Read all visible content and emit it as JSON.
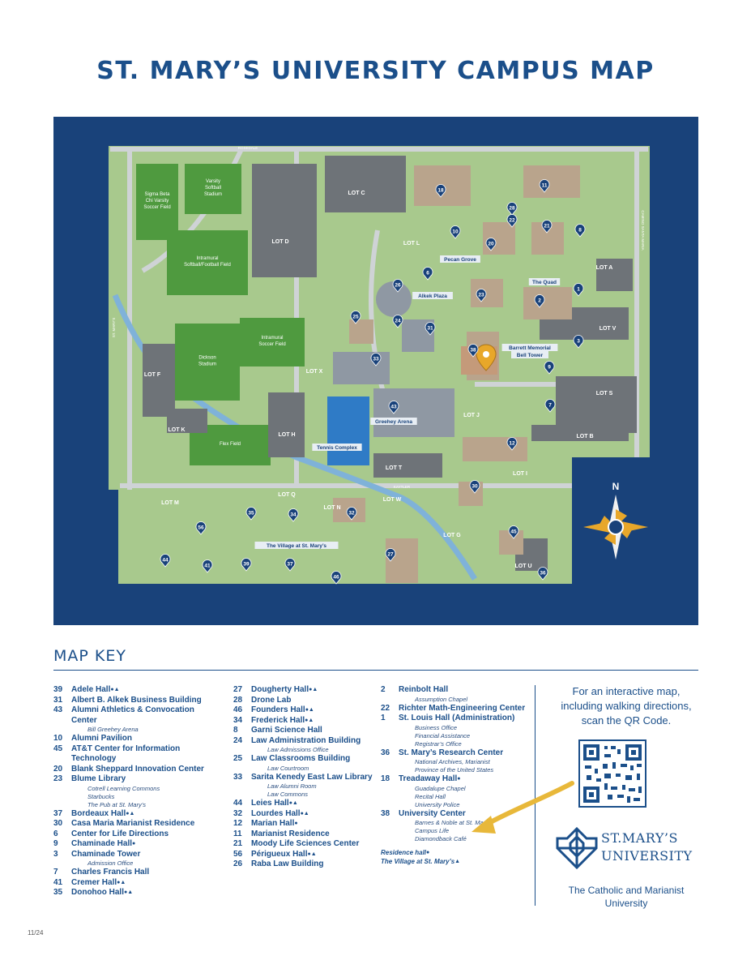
{
  "title": "ST. MARY’S UNIVERSITY CAMPUS MAP",
  "colors": {
    "navy": "#19427a",
    "grass": "#7fb35c",
    "pin": "#e8a72a"
  },
  "map": {
    "fields": [
      {
        "id": "f1",
        "label_lines": [
          "Sigma Beta",
          "Chi Varsity",
          "Soccer Field"
        ]
      },
      {
        "id": "f2",
        "label_lines": [
          "Varsity",
          "Softball",
          "Stadium"
        ]
      },
      {
        "id": "f3",
        "label_lines": [
          "Intramural",
          "Softball/Football Field"
        ]
      },
      {
        "id": "f4",
        "label_lines": [
          "Intramural",
          "Soccer Field"
        ]
      },
      {
        "id": "f5",
        "label_lines": [
          "Dickson",
          "Stadium"
        ]
      },
      {
        "id": "f6",
        "label_lines": [
          "Flex Field"
        ]
      }
    ],
    "lots": [
      "LOT C",
      "LOT D",
      "LOT L",
      "LOT A",
      "LOT V",
      "LOT X",
      "LOT F",
      "LOT S",
      "LOT J",
      "LOT K",
      "LOT H",
      "LOT B",
      "LOT T",
      "LOT I",
      "LOT Q",
      "LOT W",
      "LOT M",
      "LOT N",
      "LOT G",
      "LOT U"
    ],
    "place_labels": [
      "Pecan Grove",
      "The Quad",
      "Alkek Plaza",
      "Barrett Memorial",
      "Bell Tower",
      "Greehey Arena",
      "Tennis Complex",
      "The Village at St. Mary’s"
    ],
    "street_labels": [
      "ST. MARY'S",
      "ROSEDALE",
      "CAMINO SANTA MARIA",
      "KAYTLER"
    ],
    "markers": [
      "18",
      "11",
      "28",
      "22",
      "21",
      "10",
      "20",
      "8",
      "6",
      "26",
      "23",
      "1",
      "2",
      "25",
      "24",
      "31",
      "3",
      "33",
      "38",
      "9",
      "43",
      "7",
      "12",
      "30",
      "35",
      "34",
      "32",
      "56",
      "45",
      "44",
      "41",
      "39",
      "37",
      "46",
      "27",
      "36"
    ],
    "compass": "N"
  },
  "key": {
    "title": "MAP KEY",
    "col1": [
      {
        "num": "39",
        "name": "Adele Hall",
        "mark": "●▲",
        "subs": []
      },
      {
        "num": "31",
        "name": "Albert B. Alkek Business Building",
        "mark": "",
        "subs": []
      },
      {
        "num": "43",
        "name": "Alumni Athletics & Convocation Center",
        "mark": "",
        "subs": [
          "Bill Greehey Arena"
        ]
      },
      {
        "num": "10",
        "name": "Alumni Pavilion",
        "mark": "",
        "subs": []
      },
      {
        "num": "45",
        "name": "AT&T Center for Information Technology",
        "mark": "",
        "subs": []
      },
      {
        "num": "20",
        "name": "Blank Sheppard Innovation Center",
        "mark": "",
        "subs": []
      },
      {
        "num": "23",
        "name": "Blume Library",
        "mark": "",
        "subs": [
          "Cotrell Learning Commons",
          "Starbucks",
          "The Pub at St. Mary’s"
        ]
      },
      {
        "num": "37",
        "name": "Bordeaux Hall",
        "mark": "●▲",
        "subs": []
      },
      {
        "num": "30",
        "name": "Casa Maria Marianist Residence",
        "mark": "",
        "subs": []
      },
      {
        "num": "6",
        "name": "Center for Life Directions",
        "mark": "",
        "subs": []
      },
      {
        "num": "9",
        "name": "Chaminade Hall",
        "mark": "●",
        "subs": []
      },
      {
        "num": "3",
        "name": "Chaminade Tower",
        "mark": "",
        "subs": [
          "Admission Office"
        ]
      },
      {
        "num": "7",
        "name": "Charles Francis Hall",
        "mark": "",
        "subs": []
      },
      {
        "num": "41",
        "name": "Cremer Hall",
        "mark": "●▲",
        "subs": []
      },
      {
        "num": "35",
        "name": "Donohoo Hall",
        "mark": "●▲",
        "subs": []
      }
    ],
    "col2": [
      {
        "num": "27",
        "name": "Dougherty Hall",
        "mark": "●▲",
        "subs": []
      },
      {
        "num": "28",
        "name": "Drone Lab",
        "mark": "",
        "subs": []
      },
      {
        "num": "46",
        "name": "Founders Hall",
        "mark": "●▲",
        "subs": []
      },
      {
        "num": "34",
        "name": "Frederick Hall",
        "mark": "●▲",
        "subs": []
      },
      {
        "num": "8",
        "name": "Garni Science Hall",
        "mark": "",
        "subs": []
      },
      {
        "num": "24",
        "name": "Law Administration Building",
        "mark": "",
        "subs": [
          "Law Admissions Office"
        ]
      },
      {
        "num": "25",
        "name": "Law Classrooms Building",
        "mark": "",
        "subs": [
          "Law Courtroom"
        ]
      },
      {
        "num": "33",
        "name": "Sarita Kenedy East Law Library",
        "mark": "",
        "subs": [
          "Law Alumni Room",
          "Law Commons"
        ]
      },
      {
        "num": "44",
        "name": "Leies Hall",
        "mark": "●▲",
        "subs": []
      },
      {
        "num": "32",
        "name": "Lourdes Hall",
        "mark": "●▲",
        "subs": []
      },
      {
        "num": "12",
        "name": "Marian Hall",
        "mark": "●",
        "subs": []
      },
      {
        "num": "11",
        "name": "Marianist Residence",
        "mark": "",
        "subs": []
      },
      {
        "num": "21",
        "name": "Moody Life Sciences Center",
        "mark": "",
        "subs": []
      },
      {
        "num": "56",
        "name": "Périgueux Hall",
        "mark": "●▲",
        "subs": []
      },
      {
        "num": "26",
        "name": "Raba Law Building",
        "mark": "",
        "subs": []
      }
    ],
    "col3": [
      {
        "num": "2",
        "name": "Reinbolt Hall",
        "mark": "",
        "subs": [
          "Assumption Chapel"
        ]
      },
      {
        "num": "22",
        "name": "Richter Math-Engineering Center",
        "mark": "",
        "subs": []
      },
      {
        "num": "1",
        "name": "St. Louis Hall (Administration)",
        "mark": "",
        "subs": [
          "Business Office",
          "Financial Assistance",
          "Registrar’s Office"
        ]
      },
      {
        "num": "36",
        "name": "St. Mary’s Research Center",
        "mark": "",
        "subs": [
          "National Archives, Marianist",
          "Province of the United States"
        ]
      },
      {
        "num": "18",
        "name": "Treadaway Hall",
        "mark": "●",
        "subs": [
          "Guadalupe Chapel",
          "Recital Hall",
          "University Police"
        ]
      },
      {
        "num": "38",
        "name": "University Center",
        "mark": "",
        "subs": [
          "Barnes & Noble at St. Mary’s",
          "Campus Life",
          "Diamondback Café"
        ]
      }
    ],
    "legend": [
      {
        "text": "Residence hall",
        "mark": "●"
      },
      {
        "text": "The Village at St. Mary’s",
        "mark": "▲"
      }
    ]
  },
  "qr_text": "For an interactive map, including walking directions, scan the QR Code.",
  "logo": {
    "line1": "ST.MARY’S",
    "line2": "UNIVERSITY"
  },
  "tagline": "The Catholic and Marianist University",
  "page_number": "11/24"
}
